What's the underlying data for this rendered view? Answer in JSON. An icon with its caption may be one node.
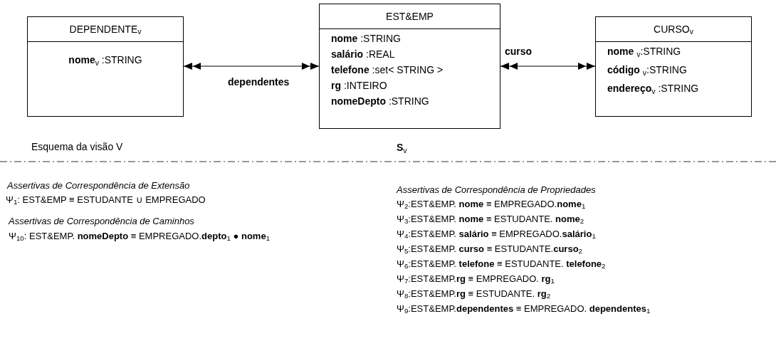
{
  "diagram": {
    "nodes": [
      {
        "text": [
          "DEPENDENTE$_{v}$",
          "**nome**$_{v}$ :STRING"
        ]
      },
      {
        "text": [
          "EST&EMP",
          "**nome** :STRING",
          "**salário** :REAL",
          "**telefone** :set< STRING >",
          "**rg** :INTEIRO",
          "**nomeDepto** :STRING"
        ]
      },
      {
        "text": [
          "CURSO$_{v}$",
          "**nome** $_{v}$:STRING",
          "**código** $_{v}$:STRING",
          "**endereço**$_{v}$ :STRING"
        ]
      }
    ],
    "edges": [
      {
        "from": 0,
        "to": 1,
        "arrow": "both",
        "label": "dependentes"
      },
      {
        "from": 1,
        "to": 2,
        "arrow": "both",
        "label": "curso"
      }
    ],
    "labels": [
      "Esquema da visão V",
      "**S**$_{v}$",
      "Assertivas de Correspondência de Extensão",
      "Ψ$_{1}$: EST&EMP ≡ ESTUDANTE ∪ EMPREGADO",
      "Assertivas de Correspondência de Caminhos",
      "Ψ$_{10}$: EST&EMP. **nomeDepto** ≡ EMPREGADO.**depto**$_{1}$ ● **nome**$_{1}$",
      "Assertivas de Correspondência de Propriedades",
      "Ψ$_{2}$:EST&EMP. **nome** ≡ EMPREGADO.**nome**$_{1}$",
      "Ψ$_{3}$:EST&EMP. **nome** ≡ ESTUDANTE. **nome**$_{2}$",
      "Ψ$_{4}$:EST&EMP. **salário** ≡ EMPREGADO.**salário**$_{1}$",
      "Ψ$_{5}$:EST&EMP. **curso** ≡ ESTUDANTE.**curso**$_{2}$",
      "Ψ$_{6}$:EST&EMP. **telefone** ≡ ESTUDANTE. **telefone**$_{2}$",
      "Ψ$_{7}$:EST&EMP.**rg** ≡ EMPREGADO. **rg**$_{1}$",
      "Ψ$_{8}$:EST&EMP.**rg** ≡ ESTUDANTE. **rg**$_{2}$",
      "Ψ$_{9}$:EST&EMP.**dependentes** ≡ EMPREGADO. **dependentes**$_{1}$"
    ]
  }
}
